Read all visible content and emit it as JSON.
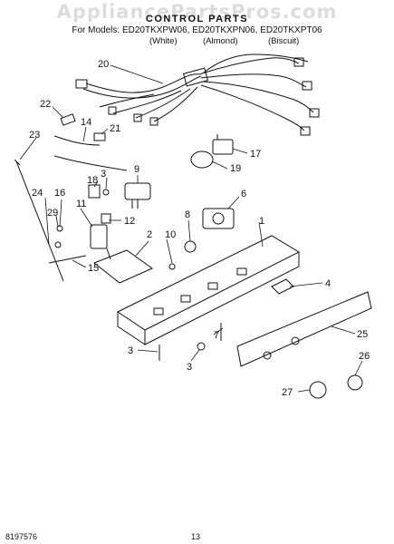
{
  "watermark": "AppliancePartsPros.com",
  "header": {
    "title": "CONTROL PARTS",
    "models": "For Models: ED20TKXPW06, ED20TKXPN06, ED20TKXPT06",
    "colors": [
      "(White)",
      "(Almond)",
      "(Biscuit)"
    ]
  },
  "callouts": [
    "20",
    "22",
    "14",
    "21",
    "23",
    "3",
    "9",
    "17",
    "19",
    "18",
    "6",
    "24",
    "16",
    "11",
    "12",
    "8",
    "1",
    "29",
    "2",
    "10",
    "15",
    "4",
    "7",
    "25",
    "3",
    "3",
    "26",
    "27"
  ],
  "footer": {
    "doc_number": "8197576",
    "page_number": "13"
  }
}
